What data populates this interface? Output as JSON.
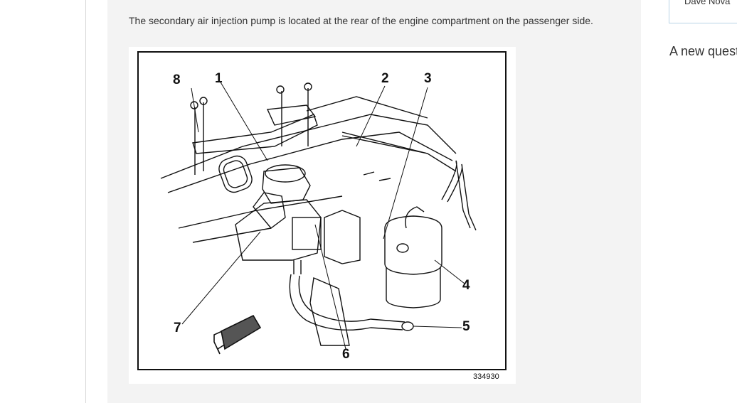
{
  "article": {
    "caption": "The secondary air injection pump is located at the rear of the engine compartment on the passenger side."
  },
  "figure": {
    "id": "334930",
    "callouts": [
      "1",
      "2",
      "3",
      "4",
      "5",
      "6",
      "7",
      "8"
    ]
  },
  "sidebar": {
    "expert_name": "Dave Nova",
    "heading": "A new quest"
  }
}
